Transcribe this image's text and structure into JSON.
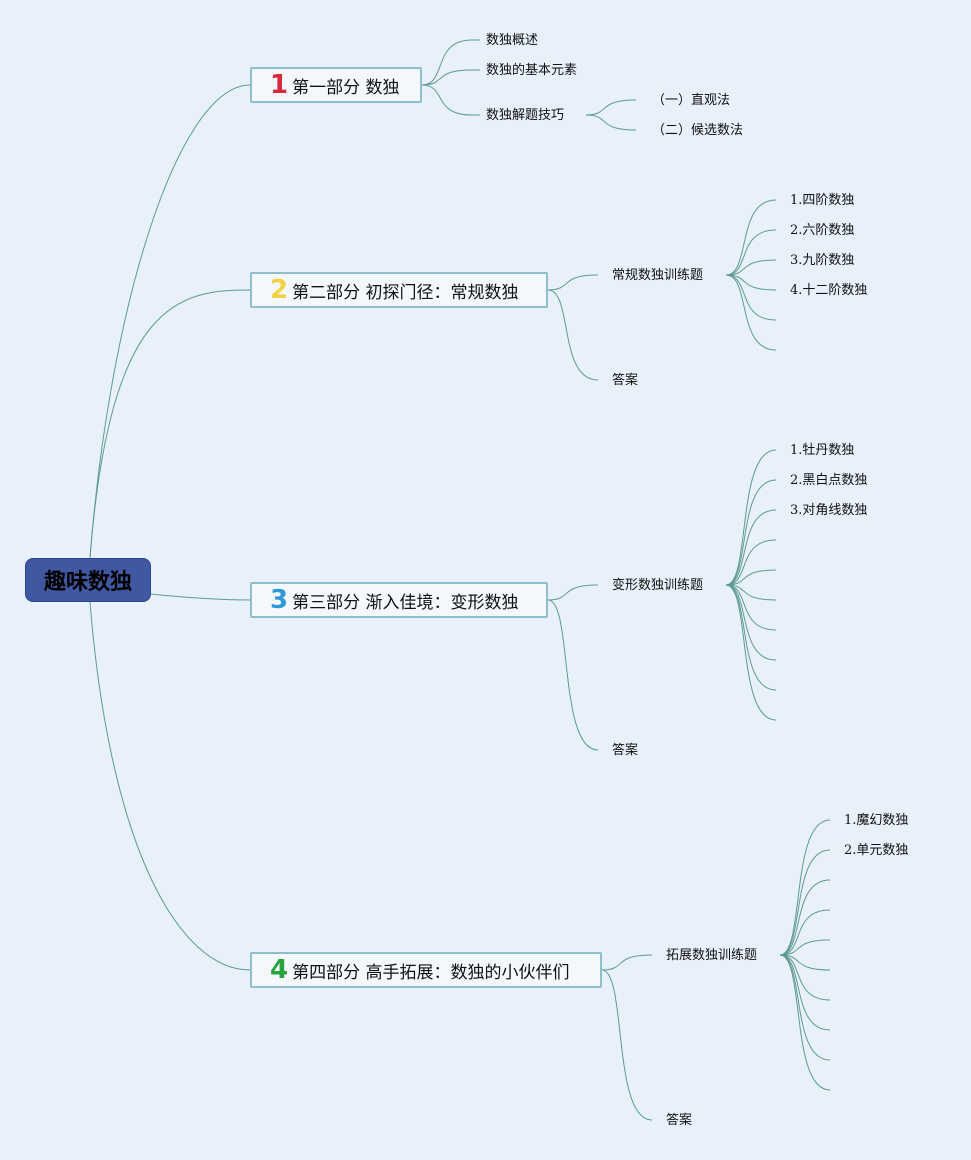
{
  "root": {
    "label": "趣味数独"
  },
  "parts": [
    {
      "num": "1",
      "num_color": "#d42a3a",
      "label": "第一部分 数独",
      "children": [
        {
          "label": "数独概述"
        },
        {
          "label": "数独的基本元素"
        },
        {
          "label": "数独解题技巧",
          "children": [
            {
              "label": "（一）直观法"
            },
            {
              "label": "（二）候选数法"
            }
          ]
        }
      ]
    },
    {
      "num": "2",
      "num_color": "#f1d343",
      "label": "第二部分 初探门径：常规数独",
      "children": [
        {
          "label": "常规数独训练题",
          "children": [
            {
              "label": "1.四阶数独"
            },
            {
              "label": "2.六阶数独"
            },
            {
              "label": "3.九阶数独"
            },
            {
              "label": "4.十二阶数独"
            },
            {
              "label": ""
            },
            {
              "label": ""
            }
          ]
        },
        {
          "label": "答案"
        }
      ]
    },
    {
      "num": "3",
      "num_color": "#2e9ad8",
      "label": "第三部分 渐入佳境：变形数独",
      "children": [
        {
          "label": "变形数独训练题",
          "children": [
            {
              "label": "1.牡丹数独"
            },
            {
              "label": "2.黑白点数独"
            },
            {
              "label": "3.对角线数独"
            },
            {
              "label": ""
            },
            {
              "label": ""
            },
            {
              "label": ""
            },
            {
              "label": ""
            },
            {
              "label": ""
            },
            {
              "label": ""
            },
            {
              "label": ""
            }
          ]
        },
        {
          "label": "答案"
        }
      ]
    },
    {
      "num": "4",
      "num_color": "#27a23c",
      "label": "第四部分 高手拓展：数独的小伙伴们",
      "children": [
        {
          "label": "拓展数独训练题",
          "children": [
            {
              "label": "1.魔幻数独"
            },
            {
              "label": "2.单元数独"
            },
            {
              "label": ""
            },
            {
              "label": ""
            },
            {
              "label": ""
            },
            {
              "label": ""
            },
            {
              "label": ""
            },
            {
              "label": ""
            },
            {
              "label": ""
            },
            {
              "label": ""
            }
          ]
        },
        {
          "label": "答案"
        }
      ]
    }
  ],
  "colors": {
    "link": "#5f9a92",
    "root_bg": "#3f58a1",
    "part_border": "#8fbfca"
  }
}
